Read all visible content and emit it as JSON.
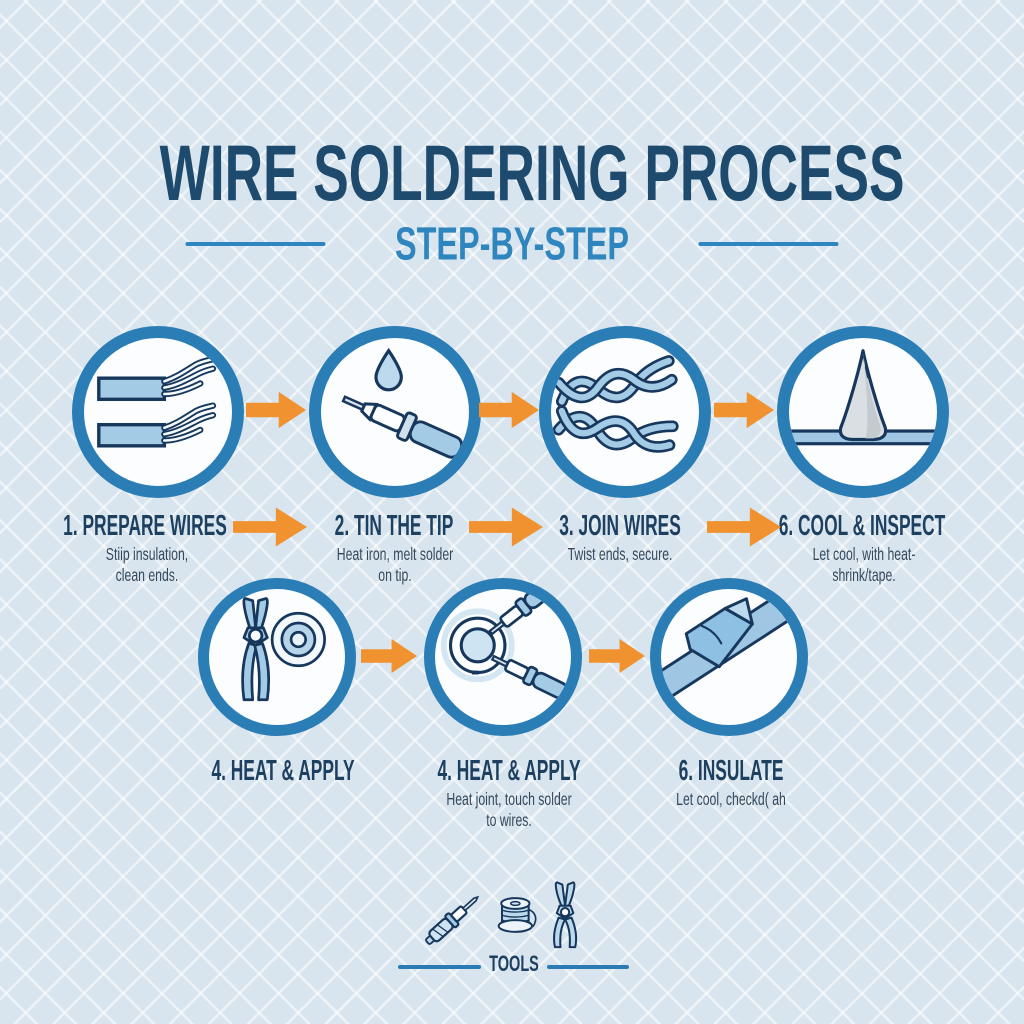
{
  "title": "WIRE SOLDERING PROCESS",
  "subtitle": "STEP-BY-STEP",
  "steps": [
    {
      "label": "1. PREPARE WIRES",
      "desc": "Stiip insulation,\nclean ends.",
      "icon": "stripped-wires"
    },
    {
      "label": "2. TIN THE TIP",
      "desc": "Heat iron, melt solder\non tip.",
      "icon": "soldering-iron-droplet"
    },
    {
      "label": "3. JOIN WIRES",
      "desc": "Twist ends, secure.",
      "icon": "twisted-wires"
    },
    {
      "label": "6. COOL & INSPECT",
      "desc": "Let cool, with heat-shrink/tape.",
      "icon": "solder-joint-cone"
    },
    {
      "label": "4. HEAT & APPLY",
      "desc": "",
      "icon": "pliers-and-solder-spool"
    },
    {
      "label": "4. HEAT & APPLY",
      "desc": "Heat joint, touch solder\nto wires.",
      "icon": "solder-coil-with-irons"
    },
    {
      "label": "6. INSULATE",
      "desc": "Let cool, checkd( ah",
      "icon": "taped-wire"
    }
  ],
  "tools": {
    "label": "TOOLS",
    "icons": [
      "soldering-iron",
      "solder-spool",
      "pliers"
    ]
  },
  "colors": {
    "background": "#d8e5ee",
    "lattice_line": "#eef4f8",
    "title_navy": "#1d4a6d",
    "subtitle_blue": "#2f85bd",
    "ring_blue": "#2b7db5",
    "arrow_orange": "#f0922f",
    "icon_outline_navy": "#17375c",
    "icon_light_blue": "#a3cbe5",
    "desc_text": "#35485b"
  }
}
